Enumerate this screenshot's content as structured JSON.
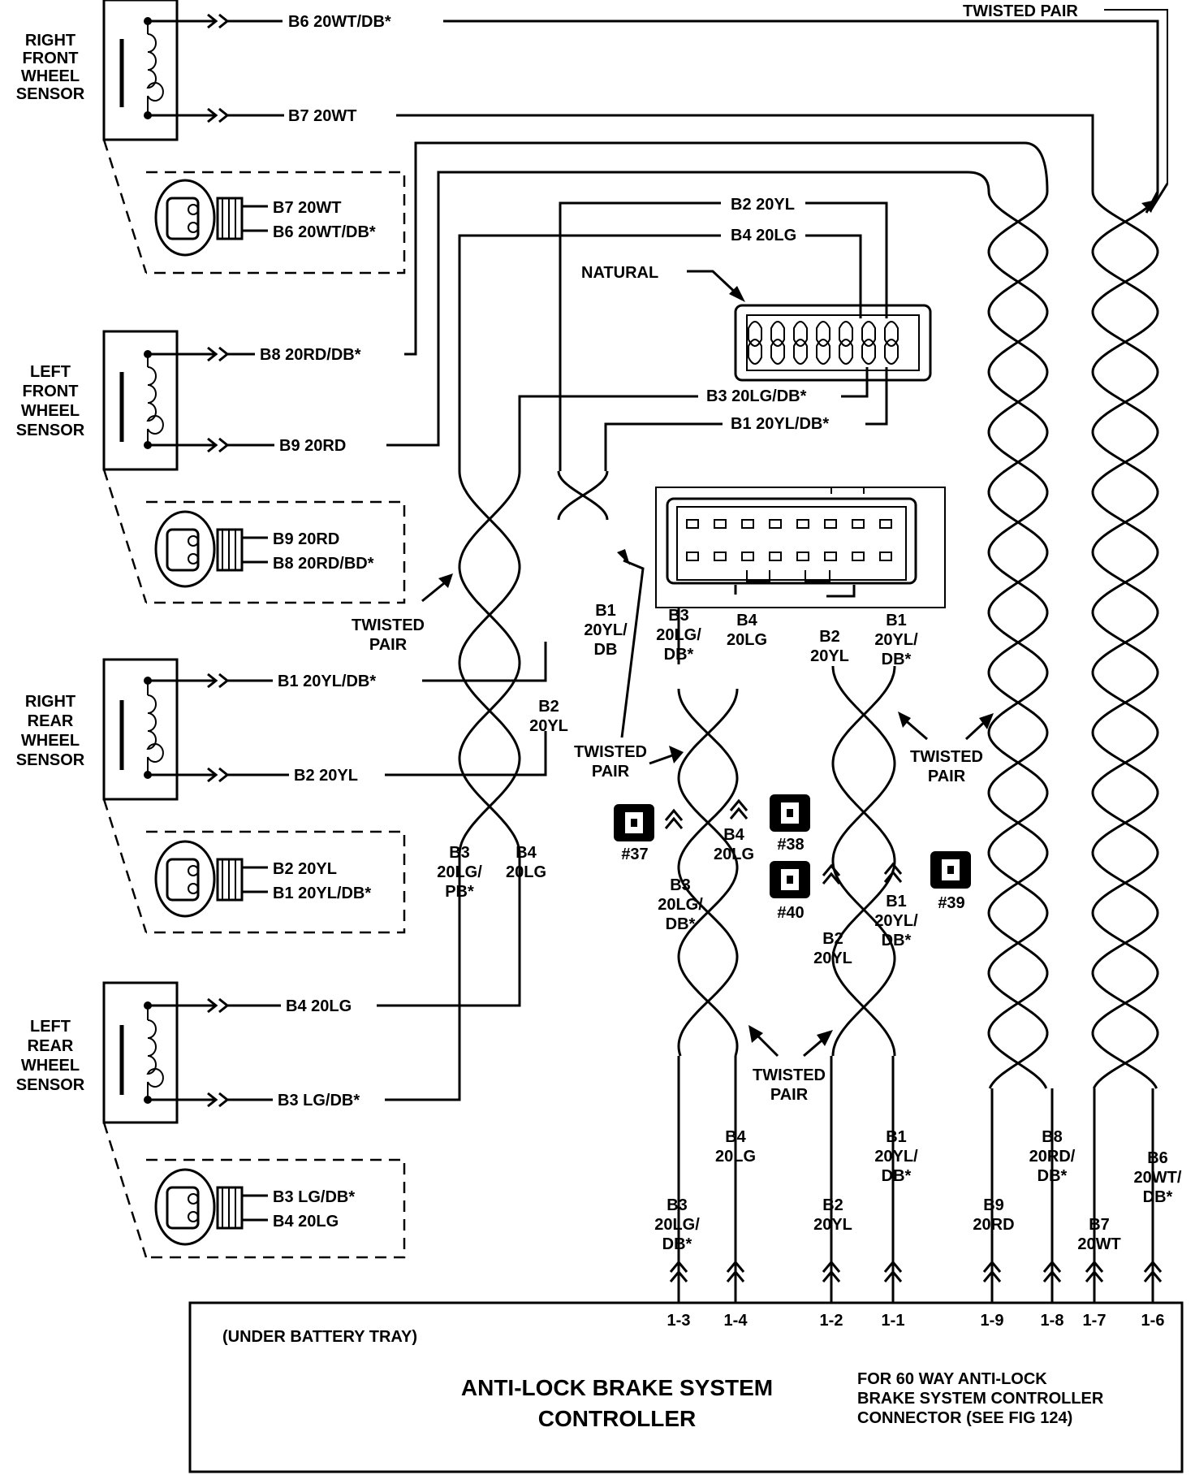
{
  "sensors": [
    {
      "id": "rf",
      "lines": [
        "RIGHT",
        "FRONT",
        "WHEEL",
        "SENSOR"
      ],
      "wire_top": "B6 20WT/DB*",
      "wire_bot": "B7 20WT",
      "conn_top": "B7 20WT",
      "conn_bot": "B6 20WT/DB*"
    },
    {
      "id": "lf",
      "lines": [
        "LEFT",
        "FRONT",
        "WHEEL",
        "SENSOR"
      ],
      "wire_top": "B8 20RD/DB*",
      "wire_bot": "B9 20RD",
      "conn_top": "B9 20RD",
      "conn_bot": "B8 20RD/BD*"
    },
    {
      "id": "rr",
      "lines": [
        "RIGHT",
        "REAR",
        "WHEEL",
        "SENSOR"
      ],
      "wire_top": "B1 20YL/DB*",
      "wire_bot": "B2 20YL",
      "conn_top": "B2 20YL",
      "conn_bot": "B1 20YL/DB*"
    },
    {
      "id": "lr",
      "lines": [
        "LEFT",
        "REAR",
        "WHEEL",
        "SENSOR"
      ],
      "wire_top": "B4 20LG",
      "wire_bot": "B3 LG/DB*",
      "conn_top": "B3 LG/DB*",
      "conn_bot": "B4 20LG"
    }
  ],
  "upper_wires": {
    "b2": "B2 20YL",
    "b4": "B4 20LG",
    "b3": "B3 20LG/DB*",
    "b1": "B1 20YL/DB*"
  },
  "natural_label": "NATURAL",
  "twisted_pair": "TWISTED PAIR",
  "twisted": [
    "TWISTED",
    "PAIR"
  ],
  "mid_labels": {
    "b1_left": [
      "B1",
      "20YL/",
      "DB"
    ],
    "b2_left": [
      "B2",
      "20YL"
    ],
    "b3_left": [
      "B3",
      "20LG/",
      "PB*"
    ],
    "b4_left": [
      "B4",
      "20LG"
    ],
    "b3_a": [
      "B3",
      "20LG/",
      "DB*"
    ],
    "b4_a": [
      "B4",
      "20LG"
    ],
    "b2_a": [
      "B2",
      "20YL"
    ],
    "b1_a": [
      "B1",
      "20YL/",
      "DB*"
    ],
    "b4_b": [
      "B4",
      "20LG"
    ],
    "b3_b": [
      "B3",
      "20LG/",
      "DB*"
    ],
    "b2_b": [
      "B2",
      "20YL"
    ],
    "b1_b": [
      "B1",
      "20YL/",
      "DB*"
    ],
    "b4_c": [
      "B4",
      "20LG"
    ],
    "b1_c": [
      "B1",
      "20YL/",
      "DB*"
    ],
    "b3_c": [
      "B3",
      "20LG/",
      "DB*"
    ],
    "b2_c": [
      "B2",
      "20YL"
    ],
    "b9": [
      "B9",
      "20RD"
    ],
    "b8": [
      "B8",
      "20RD/",
      "DB*"
    ],
    "b7": [
      "B7",
      "20WT"
    ],
    "b6": [
      "B6",
      "20WT/",
      "DB*"
    ]
  },
  "grounds": [
    "#37",
    "#38",
    "#40",
    "#39"
  ],
  "pins": [
    "1-3",
    "1-4",
    "1-2",
    "1-1",
    "1-9",
    "1-8",
    "1-7",
    "1-6"
  ],
  "controller": {
    "location": "(UNDER BATTERY TRAY)",
    "title_1": "ANTI-LOCK BRAKE SYSTEM",
    "title_2": "CONTROLLER",
    "note_1": "FOR 60 WAY ANTI-LOCK",
    "note_2": "BRAKE SYSTEM CONTROLLER",
    "note_3": "CONNECTOR (SEE FIG 124)"
  }
}
